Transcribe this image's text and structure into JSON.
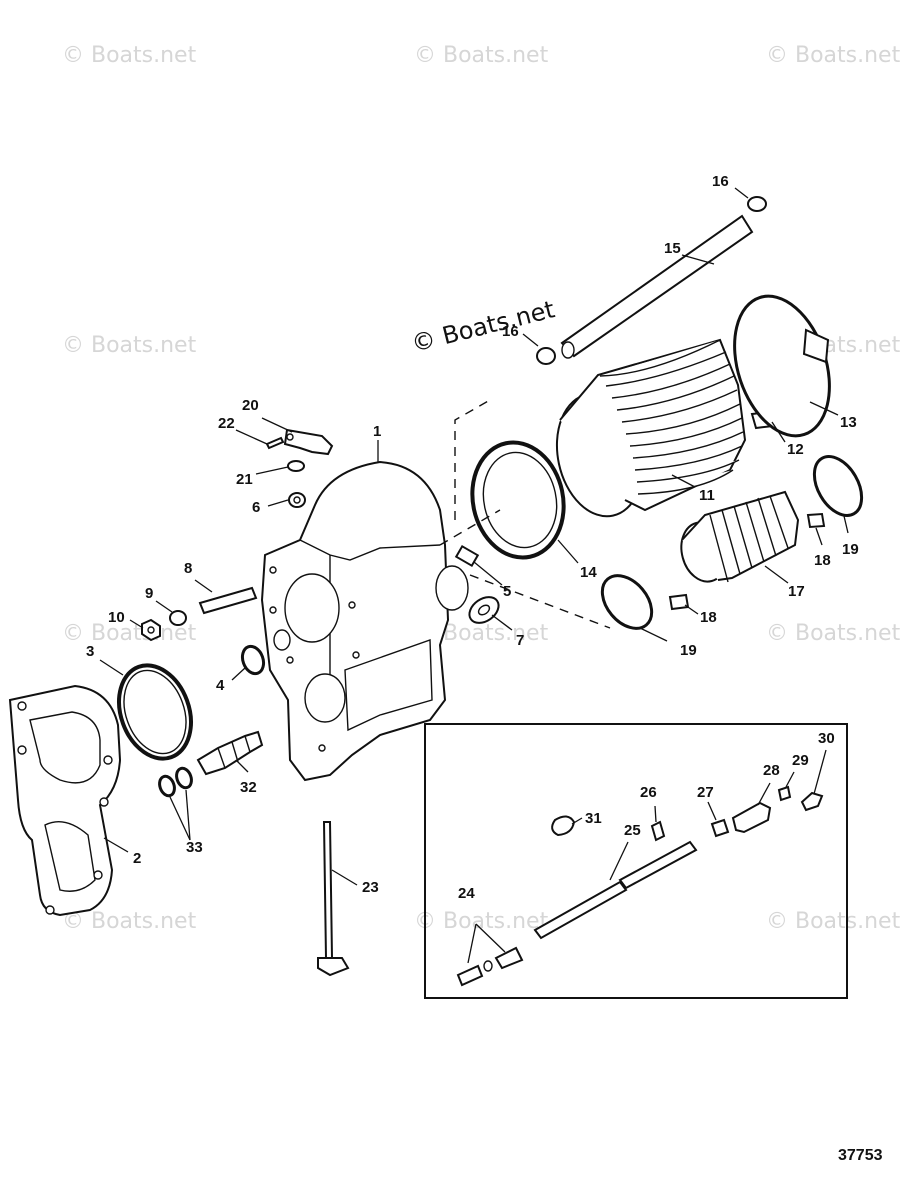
{
  "watermarks": [
    "© Boats.net",
    "© Boats.net",
    "© Boats.net",
    "© Boats.net",
    "© Boats.net",
    "© Boats.net",
    "© Boats.net",
    "© Boats.net",
    "© Boats.net",
    "© Boats.net",
    "© Boats.net"
  ],
  "center_watermark": "© Boats.net",
  "drawing_number": "37753",
  "callouts": {
    "n1": "1",
    "n2": "2",
    "n3": "3",
    "n4": "4",
    "n5": "5",
    "n6": "6",
    "n7": "7",
    "n8": "8",
    "n9": "9",
    "n10": "10",
    "n11": "11",
    "n12": "12",
    "n13": "13",
    "n14": "14",
    "n15": "15",
    "n16a": "16",
    "n16b": "16",
    "n17": "17",
    "n18a": "18",
    "n18b": "18",
    "n19a": "19",
    "n19b": "19",
    "n20": "20",
    "n21": "21",
    "n22": "22",
    "n23": "23",
    "n24": "24",
    "n25": "25",
    "n26": "26",
    "n27": "27",
    "n28": "28",
    "n29": "29",
    "n30": "30",
    "n31": "31",
    "n32": "32",
    "n33": "33"
  }
}
